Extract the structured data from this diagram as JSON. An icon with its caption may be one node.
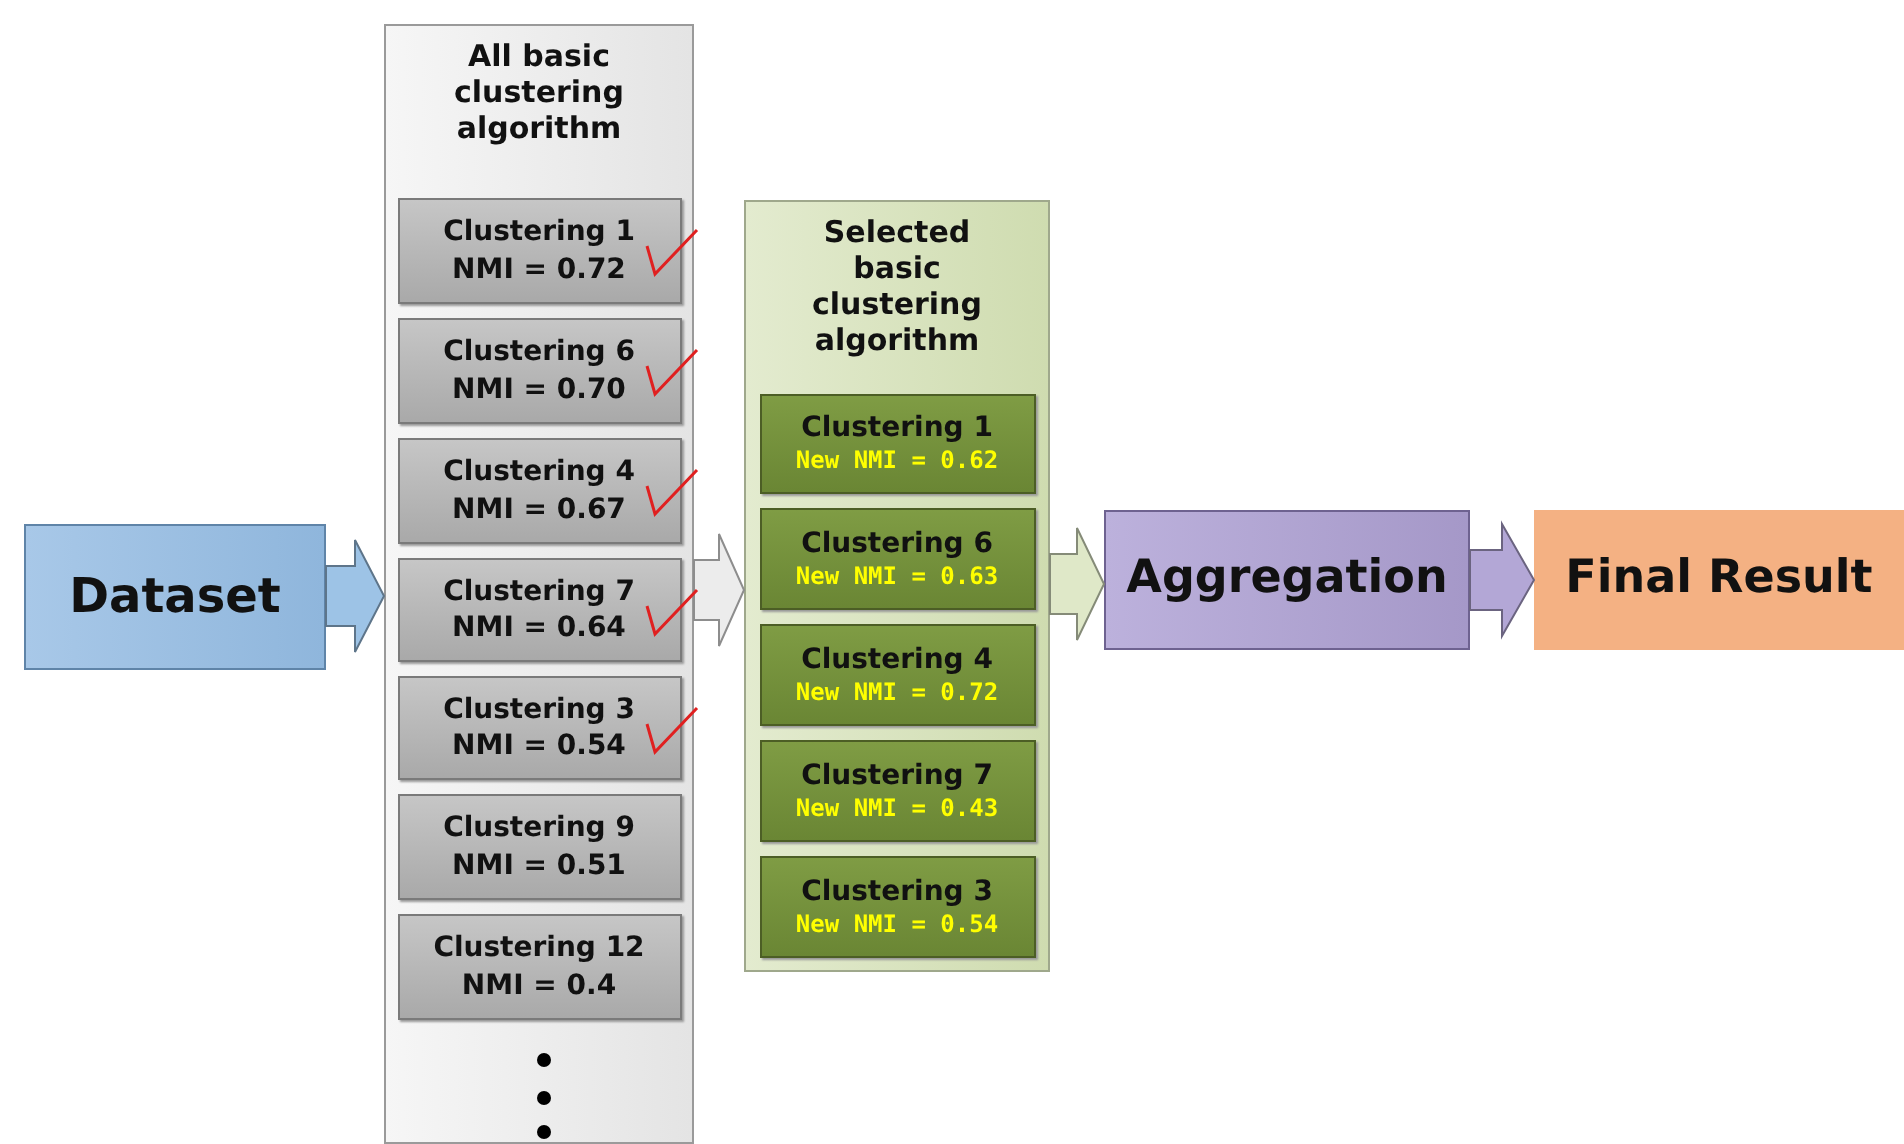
{
  "diagram": {
    "nodes": [
      {
        "text": [
          "Dataset"
        ]
      },
      {
        "text": [
          "All basic clustering algorithm"
        ]
      },
      {
        "text": [
          "Clustering 1",
          "NMI = 0.72"
        ],
        "in": 1
      },
      {
        "text": [
          "Clustering 6",
          "NMI = 0.70"
        ],
        "in": 1
      },
      {
        "text": [
          "Clustering 4",
          "NMI = 0.67"
        ],
        "in": 1
      },
      {
        "text": [
          "Clustering 7",
          "NMI = 0.64"
        ],
        "in": 1
      },
      {
        "text": [
          "Clustering 3",
          "NMI = 0.54"
        ],
        "in": 1
      },
      {
        "text": [
          "Clustering 9",
          "NMI = 0.51"
        ],
        "in": 1
      },
      {
        "text": [
          "Clustering 12",
          "NMI = 0.4"
        ],
        "in": 1
      },
      {
        "text": [
          "Selected basic clustering algorithm"
        ]
      },
      {
        "text": [
          "Clustering 1",
          "New NMI = 0.62"
        ],
        "in": 9
      },
      {
        "text": [
          "Clustering 6",
          "New NMI = 0.63"
        ],
        "in": 9
      },
      {
        "text": [
          "Clustering 4",
          "New NMI = 0.72"
        ],
        "in": 9
      },
      {
        "text": [
          "Clustering 7",
          "New NMI = 0.43"
        ],
        "in": 9
      },
      {
        "text": [
          "Clustering 3",
          "New NMI = 0.54"
        ],
        "in": 9
      },
      {
        "text": [
          "Aggregation"
        ]
      },
      {
        "text": [
          "Final Result"
        ]
      }
    ],
    "edges": [
      {
        "from": 0,
        "to": 1,
        "arrow": "to",
        "color": "#9dc3e6"
      },
      {
        "from": 1,
        "to": 9,
        "arrow": "to",
        "color": "#ececec"
      },
      {
        "from": 9,
        "to": 15,
        "arrow": "to",
        "color": "#dfe8c8"
      },
      {
        "from": 15,
        "to": 16,
        "arrow": "to",
        "color": "#b3a7d6"
      }
    ]
  }
}
